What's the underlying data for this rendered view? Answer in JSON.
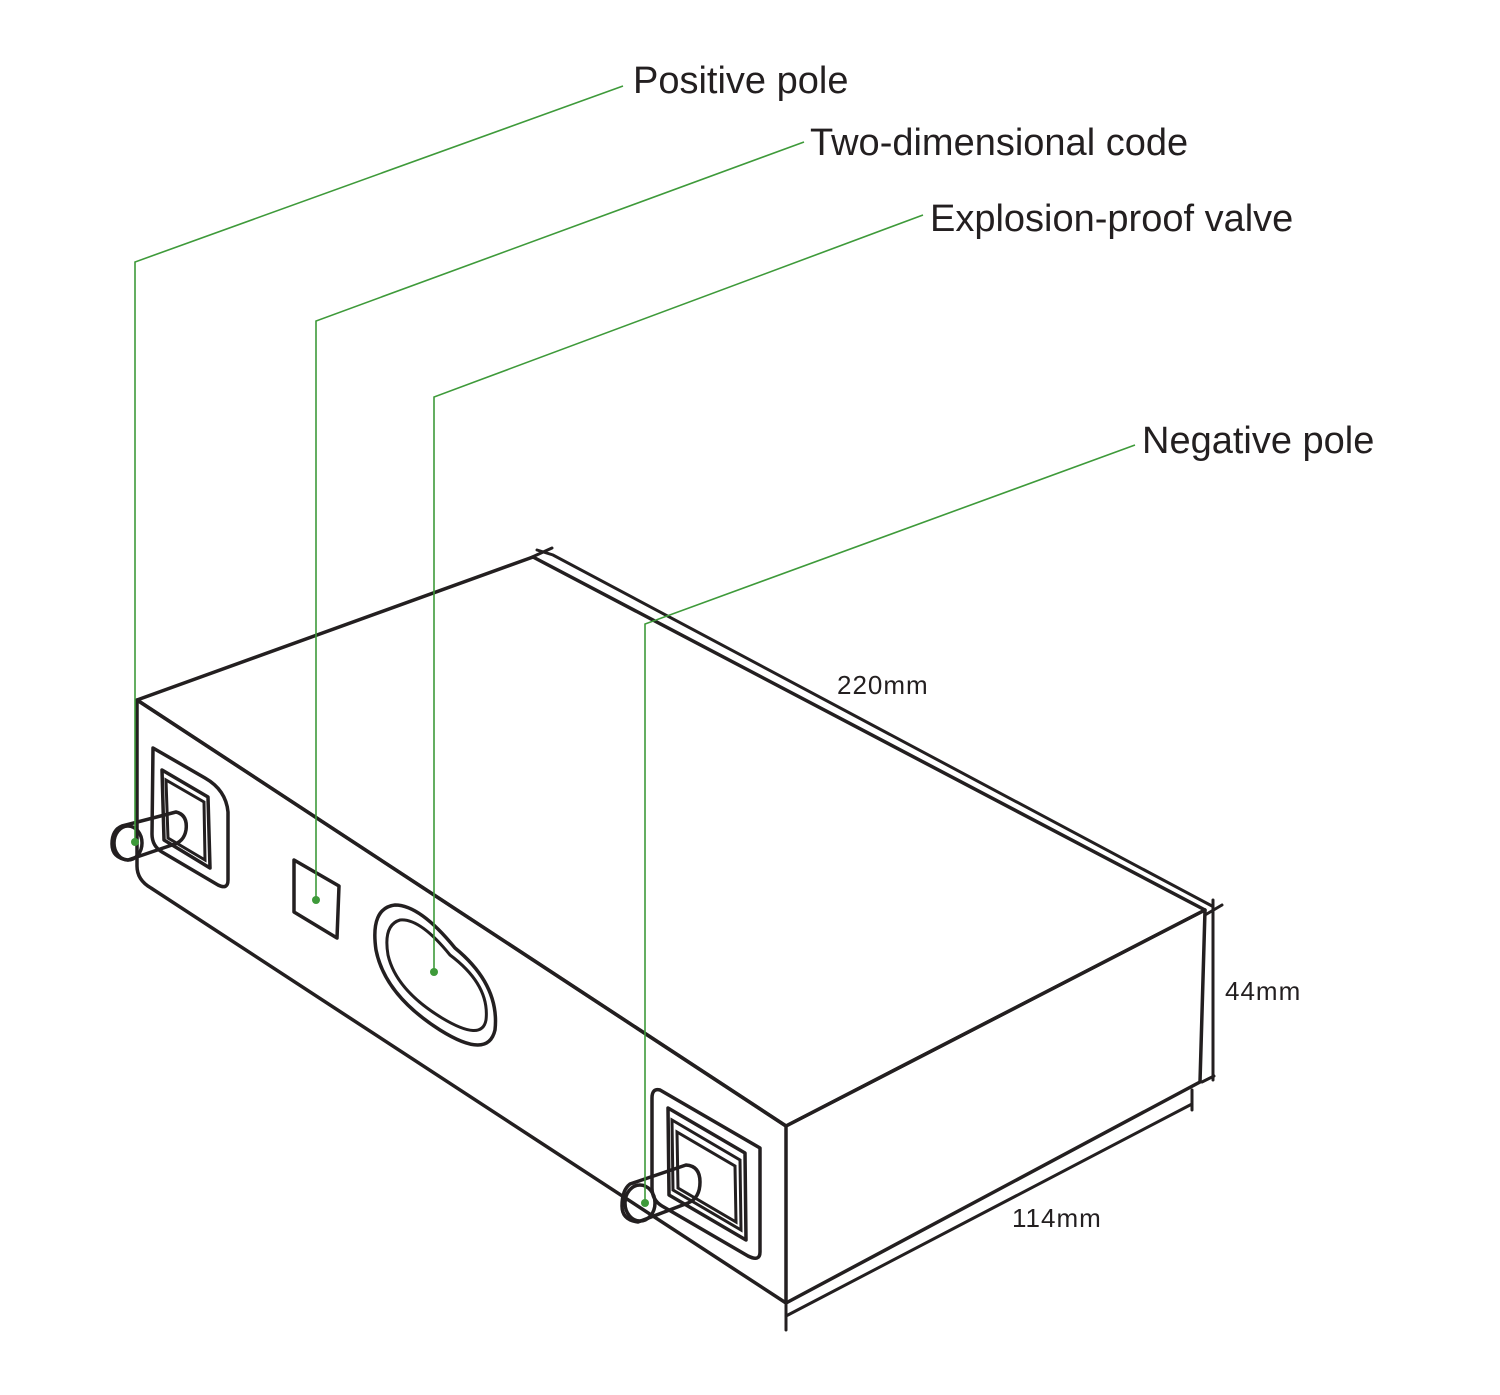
{
  "callouts": {
    "positive_pole": "Positive pole",
    "two_dimensional_code": "Two-dimensional code",
    "explosion_proof_valve": "Explosion-proof valve",
    "negative_pole": "Negative pole"
  },
  "dimensions": {
    "length": "220mm",
    "height": "44mm",
    "width": "114mm"
  },
  "colors": {
    "leader": "#3e9a3a",
    "outline": "#231f20"
  }
}
